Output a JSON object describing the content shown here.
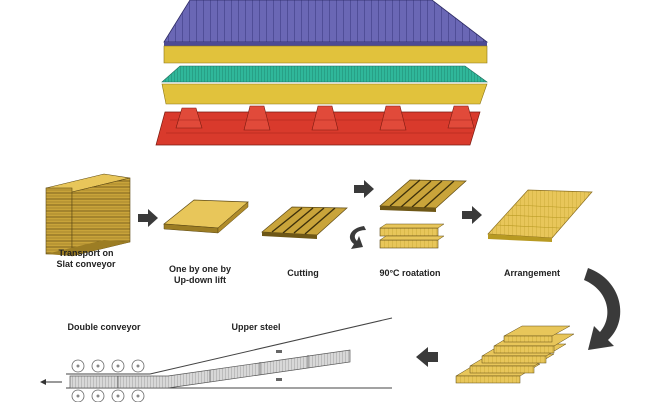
{
  "steps": [
    {
      "lines": [
        "Transport on",
        "Slat conveyor"
      ]
    },
    {
      "lines": [
        "One by one by",
        "Up-down lift"
      ]
    },
    {
      "lines": [
        "Cutting"
      ]
    },
    {
      "lines": [
        "90°C roatation"
      ]
    },
    {
      "lines": [
        "Arrangement"
      ]
    }
  ],
  "bottom_labels": {
    "double_conveyor": "Double conveyor",
    "upper_steel": "Upper steel"
  },
  "colors": {
    "panel_top": "#6a67b5",
    "panel_top_dark": "#4d4a94",
    "core_yellow": "#e1c23c",
    "core_yellow_dark": "#b89a22",
    "mid_sheet": "#2fb79a",
    "bottom_sheet": "#d93a2c",
    "bottom_sheet_dark": "#a82418",
    "wood_light": "#e8c65a",
    "wood_mid": "#c9a43a",
    "wood_dark": "#5e4a14",
    "arrow": "#3a3a3a"
  }
}
